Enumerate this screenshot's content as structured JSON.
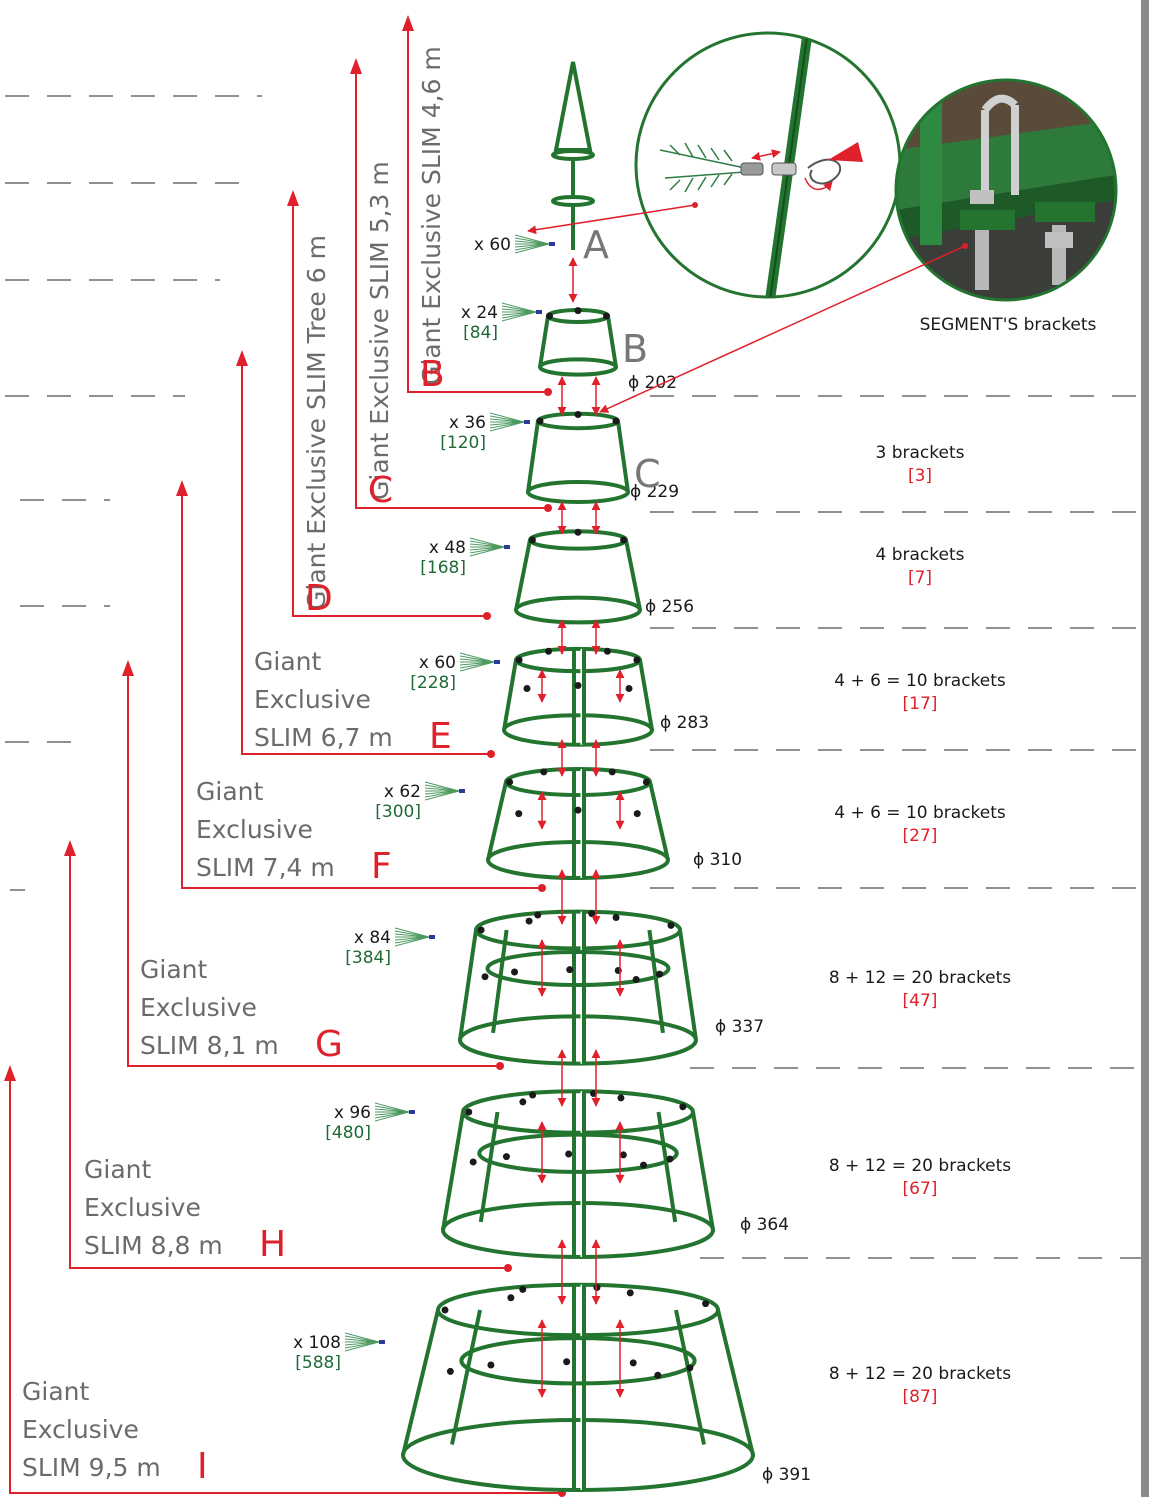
{
  "colors": {
    "frame": "#23742f",
    "accent": "#e0202a",
    "text": "#1a1a1a",
    "count_green": "#1f6b36",
    "label_gray": "#6b6b6b",
    "dash": "#6b6b6b",
    "edge": "#8a8a8a"
  },
  "segments": [
    {
      "letter": "A",
      "branches": "x 60",
      "total": "",
      "diameter": ""
    },
    {
      "letter": "B",
      "branches": "x 24",
      "total": "[84]",
      "diameter": "ϕ 202"
    },
    {
      "letter": "C",
      "branches": "x 36",
      "total": "[120]",
      "diameter": "ϕ 229"
    },
    {
      "letter": "",
      "branches": "x 48",
      "total": "[168]",
      "diameter": "ϕ 256"
    },
    {
      "letter": "",
      "branches": "x 60",
      "total": "[228]",
      "diameter": "ϕ 283"
    },
    {
      "letter": "",
      "branches": "x 62",
      "total": "[300]",
      "diameter": "ϕ 310"
    },
    {
      "letter": "",
      "branches": "x 84",
      "total": "[384]",
      "diameter": "ϕ 337"
    },
    {
      "letter": "",
      "branches": "x 96",
      "total": "[480]",
      "diameter": "ϕ 364"
    },
    {
      "letter": "",
      "branches": "x 108",
      "total": "[588]",
      "diameter": "ϕ 391"
    }
  ],
  "brackets": [
    {
      "label": "3 brackets",
      "total": "[3]"
    },
    {
      "label": "4 brackets",
      "total": "[7]"
    },
    {
      "label": "4 + 6 = 10 brackets",
      "total": "[17]"
    },
    {
      "label": "4 + 6 = 10 brackets",
      "total": "[27]"
    },
    {
      "label": "8 + 12 = 20 brackets",
      "total": "[47]"
    },
    {
      "label": "8 + 12 = 20 brackets",
      "total": "[67]"
    },
    {
      "label": "8 + 12 = 20 brackets",
      "total": "[87]"
    }
  ],
  "models": [
    {
      "lines": [
        "Giant Exclusive SLIM 4,6 m"
      ],
      "letter": "B"
    },
    {
      "lines": [
        "Giant Exclusive SLIM 5,3 m"
      ],
      "letter": "C"
    },
    {
      "lines": [
        "Giant Exclusive SLIM Tree 6 m"
      ],
      "letter": "D"
    },
    {
      "lines": [
        "Giant",
        "Exclusive",
        "SLIM 6,7 m"
      ],
      "letter": "E"
    },
    {
      "lines": [
        "Giant",
        "Exclusive",
        "SLIM 7,4 m"
      ],
      "letter": "F"
    },
    {
      "lines": [
        "Giant",
        "Exclusive",
        "SLIM 8,1 m"
      ],
      "letter": "G"
    },
    {
      "lines": [
        "Giant",
        "Exclusive",
        "SLIM 8,8 m"
      ],
      "letter": "H"
    },
    {
      "lines": [
        "Giant",
        "Exclusive",
        "SLIM 9,5 m"
      ],
      "letter": "I"
    }
  ],
  "detail": {
    "caption": "SEGMENT'S brackets"
  }
}
